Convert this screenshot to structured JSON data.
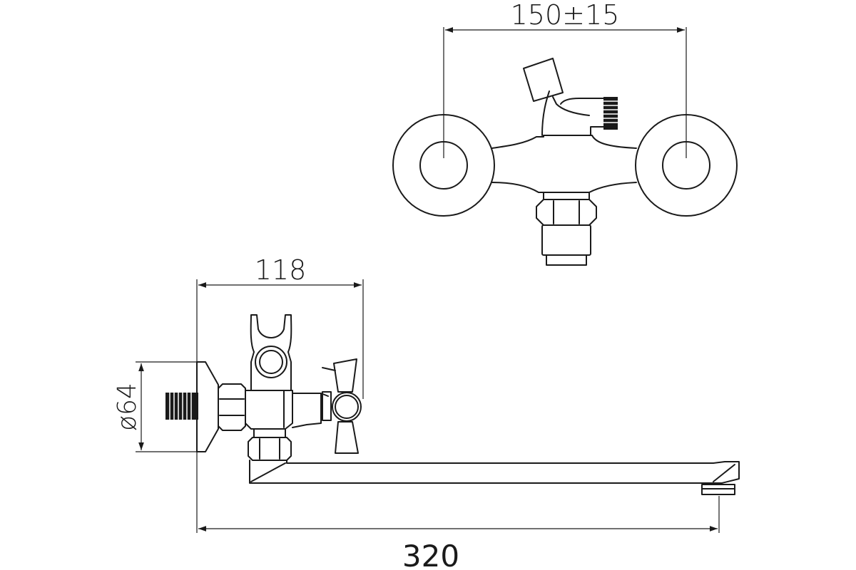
{
  "drawing": {
    "subject": "wall-mounted bath mixer with long swivel spout",
    "views": [
      "top-view",
      "side-view"
    ]
  },
  "dimensions": {
    "centre_distance": "150±15",
    "body_depth": "118",
    "flange_diameter": "ø64",
    "total_length": "320"
  },
  "colors": {
    "line": "#1a1a1a",
    "background": "#ffffff"
  }
}
